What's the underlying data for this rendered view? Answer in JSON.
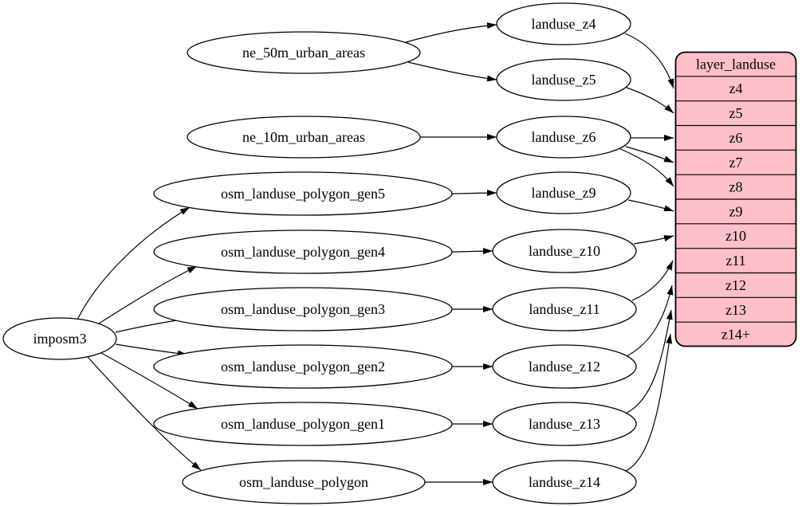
{
  "diagram": {
    "kind": "graphviz-digraph",
    "background": "#ffffff",
    "edge_color": "#000000",
    "node_fill": "#ffffff",
    "node_stroke": "#000000",
    "nodes": {
      "imposm3": "imposm3",
      "ne_50m_urban_areas": "ne_50m_urban_areas",
      "ne_10m_urban_areas": "ne_10m_urban_areas",
      "osm_landuse_polygon_gen5": "osm_landuse_polygon_gen5",
      "osm_landuse_polygon_gen4": "osm_landuse_polygon_gen4",
      "osm_landuse_polygon_gen3": "osm_landuse_polygon_gen3",
      "osm_landuse_polygon_gen2": "osm_landuse_polygon_gen2",
      "osm_landuse_polygon_gen1": "osm_landuse_polygon_gen1",
      "osm_landuse_polygon": "osm_landuse_polygon",
      "landuse_z4": "landuse_z4",
      "landuse_z5": "landuse_z5",
      "landuse_z6": "landuse_z6",
      "landuse_z9": "landuse_z9",
      "landuse_z10": "landuse_z10",
      "landuse_z11": "landuse_z11",
      "landuse_z12": "landuse_z12",
      "landuse_z13": "landuse_z13",
      "landuse_z14": "landuse_z14"
    },
    "table": {
      "title": "layer_landuse",
      "rows": [
        "z4",
        "z5",
        "z6",
        "z7",
        "z8",
        "z9",
        "z10",
        "z11",
        "z12",
        "z13",
        "z14+"
      ],
      "fill": "#ffbfca",
      "stroke": "#000000"
    },
    "edges": [
      {
        "from": "imposm3",
        "to": "osm_landuse_polygon_gen5"
      },
      {
        "from": "imposm3",
        "to": "osm_landuse_polygon_gen4"
      },
      {
        "from": "imposm3",
        "to": "osm_landuse_polygon_gen3"
      },
      {
        "from": "imposm3",
        "to": "osm_landuse_polygon_gen2"
      },
      {
        "from": "imposm3",
        "to": "osm_landuse_polygon_gen1"
      },
      {
        "from": "imposm3",
        "to": "osm_landuse_polygon"
      },
      {
        "from": "ne_50m_urban_areas",
        "to": "landuse_z4"
      },
      {
        "from": "ne_50m_urban_areas",
        "to": "landuse_z5"
      },
      {
        "from": "ne_10m_urban_areas",
        "to": "landuse_z6"
      },
      {
        "from": "osm_landuse_polygon_gen5",
        "to": "landuse_z9"
      },
      {
        "from": "osm_landuse_polygon_gen4",
        "to": "landuse_z10"
      },
      {
        "from": "osm_landuse_polygon_gen3",
        "to": "landuse_z11"
      },
      {
        "from": "osm_landuse_polygon_gen2",
        "to": "landuse_z12"
      },
      {
        "from": "osm_landuse_polygon_gen1",
        "to": "landuse_z13"
      },
      {
        "from": "osm_landuse_polygon",
        "to": "landuse_z14"
      },
      {
        "from": "landuse_z4",
        "to": "layer_landuse.z4"
      },
      {
        "from": "landuse_z5",
        "to": "layer_landuse.z5"
      },
      {
        "from": "landuse_z6",
        "to": "layer_landuse.z6"
      },
      {
        "from": "landuse_z6",
        "to": "layer_landuse.z7"
      },
      {
        "from": "landuse_z6",
        "to": "layer_landuse.z8"
      },
      {
        "from": "landuse_z9",
        "to": "layer_landuse.z9"
      },
      {
        "from": "landuse_z10",
        "to": "layer_landuse.z10"
      },
      {
        "from": "landuse_z11",
        "to": "layer_landuse.z11"
      },
      {
        "from": "landuse_z12",
        "to": "layer_landuse.z12"
      },
      {
        "from": "landuse_z13",
        "to": "layer_landuse.z13"
      },
      {
        "from": "landuse_z14",
        "to": "layer_landuse.z14+"
      }
    ]
  }
}
